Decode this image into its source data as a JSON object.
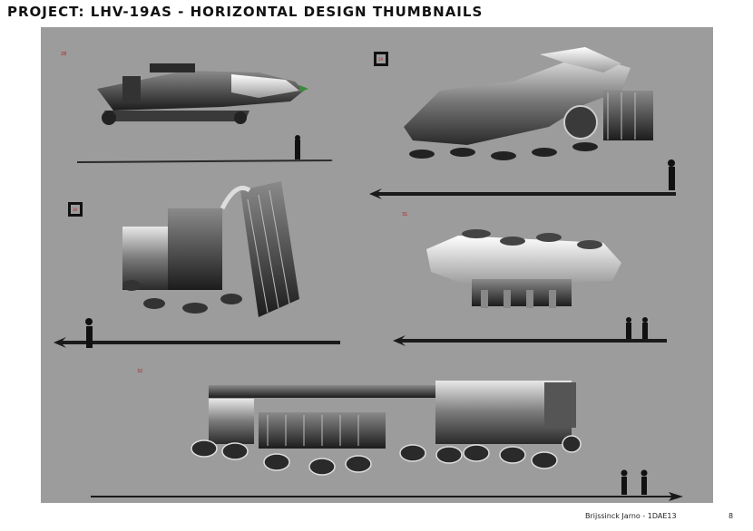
{
  "header": {
    "title": "PROJECT: LHV-19AS - HORIZONTAL DESIGN THUMBNAILS"
  },
  "thumbnails": [
    {
      "number": "28"
    },
    {
      "number": "29"
    },
    {
      "number": "30"
    },
    {
      "number": "31"
    },
    {
      "number": "32"
    }
  ],
  "footer": {
    "author": "Brijssinck Jarno - 1DAE13",
    "page": "8"
  },
  "colors": {
    "panel": "#9c9c9c",
    "ink": "#111111",
    "number": "#b02020"
  }
}
